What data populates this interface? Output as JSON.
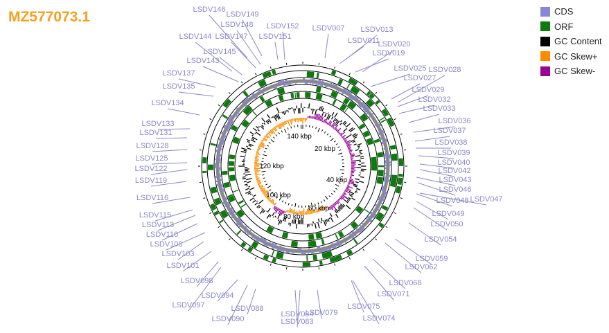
{
  "title": "MZ577073.1",
  "legend": [
    {
      "label": "CDS",
      "color": "#8a86d6"
    },
    {
      "label": "ORF",
      "color": "#0c7a0c"
    },
    {
      "label": "GC Content",
      "color": "#000000"
    },
    {
      "label": "GC Skew+",
      "color": "#ff8c00"
    },
    {
      "label": "GC Skew-",
      "color": "#990099"
    }
  ],
  "colors": {
    "cds": "#8a86d6",
    "orf": "#0c7a0c",
    "gc": "#000000",
    "skew_pos": "#ff8c00",
    "skew_neg": "#990099",
    "backbone": "#888888",
    "label": "#8a86c9"
  },
  "kbp_ticks": [
    "20 kbp",
    "40 kbp",
    "60 kbp",
    "80 kbp",
    "100 kbp",
    "120 kbp",
    "140 kbp"
  ],
  "gene_labels": [
    "LSDV007",
    "LSDV013",
    "LSDV011",
    "LSDV020",
    "LSDV019",
    "LSDV025",
    "LSDV028",
    "LSDV027",
    "LSDV029",
    "LSDV032",
    "LSDV033",
    "LSDV036",
    "LSDV037",
    "LSDV038",
    "LSDV039",
    "LSDV040",
    "LSDV042",
    "LSDV043",
    "LSDV046",
    "LSDV047",
    "LSDV048",
    "LSDV049",
    "LSDV050",
    "LSDV054",
    "LSDV059",
    "LSDV062",
    "LSDV068",
    "LSDV071",
    "LSDV074",
    "LSDV075",
    "LSDV079",
    "LSDV083",
    "LSDV084",
    "LSDV088",
    "LSDV090",
    "LSDV094",
    "LSDV097",
    "LSDV098",
    "LSDV101",
    "LSDV103",
    "LSDV108",
    "LSDV110",
    "LSDV113",
    "LSDV115",
    "LSDV116",
    "LSDV119",
    "LSDV122",
    "LSDV125",
    "LSDV128",
    "LSDV131",
    "LSDV133",
    "LSDV134",
    "LSDV135",
    "LSDV137",
    "LSDV143",
    "LSDV145",
    "LSDV144",
    "LSDV147",
    "LSDV148",
    "LSDV146",
    "LSDV149",
    "LSDV151",
    "LSDV152"
  ]
}
